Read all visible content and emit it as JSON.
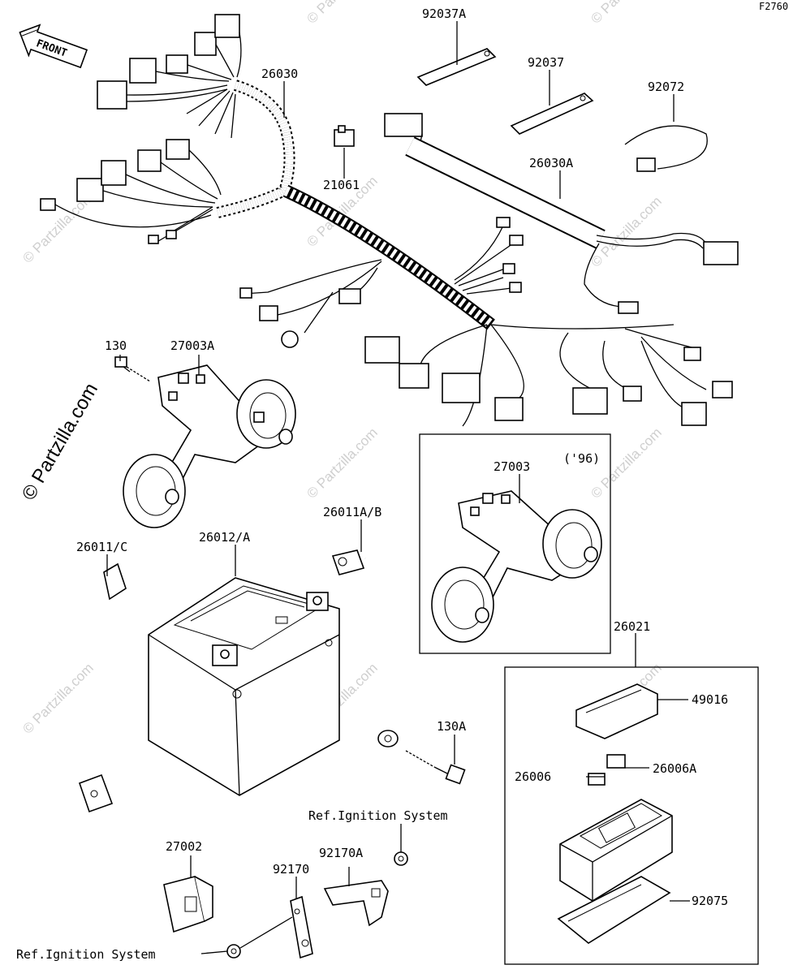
{
  "figure_id": "F2760",
  "front_label": "FRONT",
  "watermark": {
    "main": "© Partzilla.com",
    "repeat": "© Partzilla.com"
  },
  "model_note": "('96)",
  "part_labels": {
    "p92037A": "92037A",
    "p92037": "92037",
    "p92072": "92072",
    "p26030": "26030",
    "p26030A": "26030A",
    "p21061": "21061",
    "p130": "130",
    "p27003A": "27003A",
    "p27003": "27003",
    "p26011AB": "26011A/B",
    "p26011C": "26011/C",
    "p26012A": "26012/A",
    "p26021": "26021",
    "p49016": "49016",
    "p26006A": "26006A",
    "p26006": "26006",
    "p130A": "130A",
    "p92075": "92075",
    "p27002": "27002",
    "p92170": "92170",
    "p92170A": "92170A"
  },
  "references": {
    "ignition_top": "Ref.Ignition System",
    "ignition_bottom": "Ref.Ignition System"
  }
}
